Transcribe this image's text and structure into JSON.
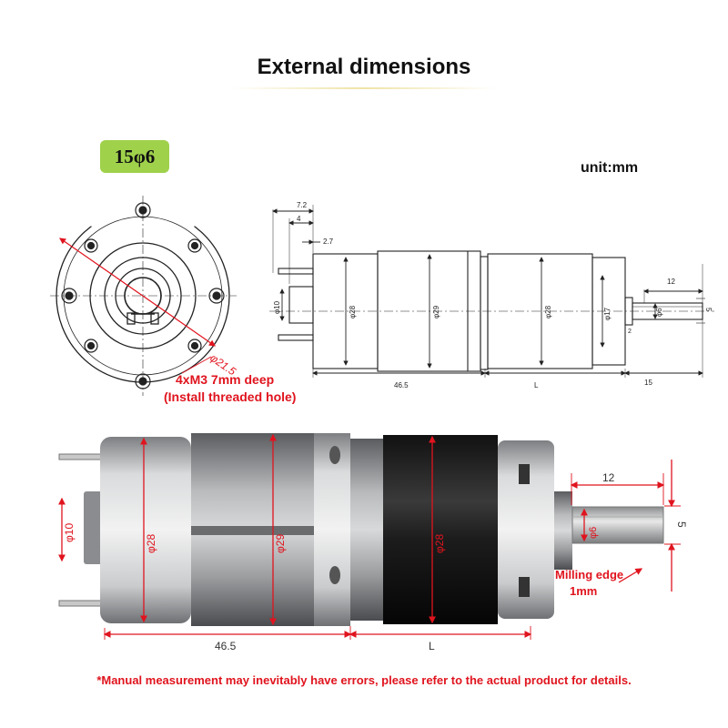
{
  "title": "External dimensions",
  "badge": "15φ6",
  "unit": "unit:mm",
  "front_view": {
    "pcd_label": "φ21.5",
    "hole_note_line1": "4xM3 7mm deep",
    "hole_note_line2": "(Install threaded hole)"
  },
  "side_view": {
    "dim_top_1": "7.2",
    "dim_top_2": "4",
    "dim_top_3": "2.7",
    "dia_boss": "φ10",
    "dia_motor": "φ28",
    "dia_gear": "φ29",
    "dia_gearbox": "φ28",
    "dia_flange": "φ17",
    "dia_shaft": "φ6",
    "shaft_len": "12",
    "flat": "5",
    "flat2": "2",
    "len_motor": "46.5",
    "len_gearbox": "L",
    "len_shaft": "15"
  },
  "photo": {
    "dia_boss": "φ10",
    "dia_motor": "φ28",
    "dia_gear": "φ29",
    "dia_gearbox": "φ28",
    "dia_shaft": "φ6",
    "shaft_len": "12",
    "flat": "5",
    "len_motor": "46.5",
    "len_gearbox": "L",
    "milling_line1": "Milling edge",
    "milling_line2": "1mm"
  },
  "footnote": "*Manual measurement may inevitably have errors, please refer to the actual product for details.",
  "colors": {
    "dimension_red": "#e0141e",
    "badge_green": "#9fd14b"
  }
}
